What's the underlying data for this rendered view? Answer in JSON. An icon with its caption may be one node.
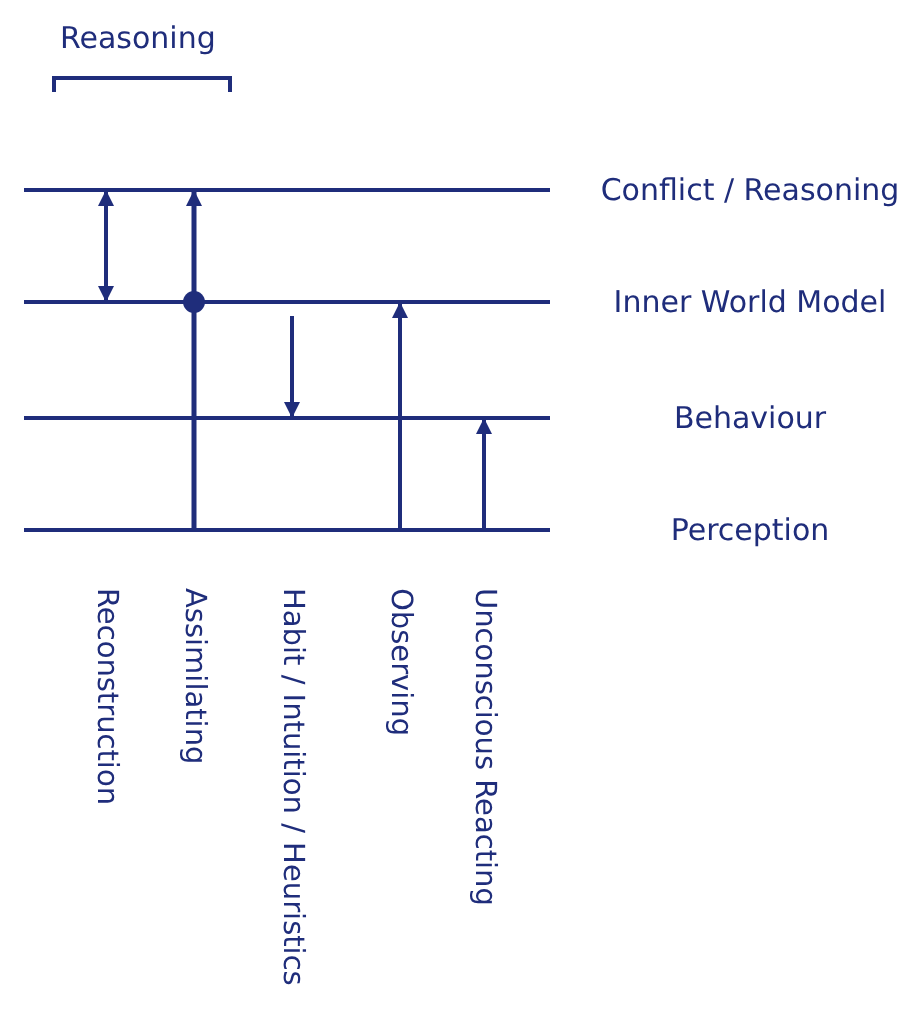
{
  "diagram": {
    "nodes": [
      {
        "text": [
          "Conflict / Reasoning"
        ]
      },
      {
        "text": [
          "Inner World Model"
        ]
      },
      {
        "text": [
          "Behaviour"
        ]
      },
      {
        "text": [
          "Perception"
        ]
      }
    ],
    "edges": [
      {
        "from": 0,
        "to": 1,
        "arrow": "both"
      },
      {
        "from": 3,
        "to": 0,
        "arrow": "to"
      },
      {
        "from": 1,
        "to": 2,
        "arrow": "to"
      },
      {
        "from": 3,
        "to": 1,
        "arrow": "to"
      },
      {
        "from": 3,
        "to": 2,
        "arrow": "to"
      }
    ],
    "labels": [
      "Reasoning",
      "Reconstruction",
      "Assimilating",
      "Habit / Intuition / Heuristics",
      "Observing",
      "Unconscious Reacting"
    ]
  }
}
